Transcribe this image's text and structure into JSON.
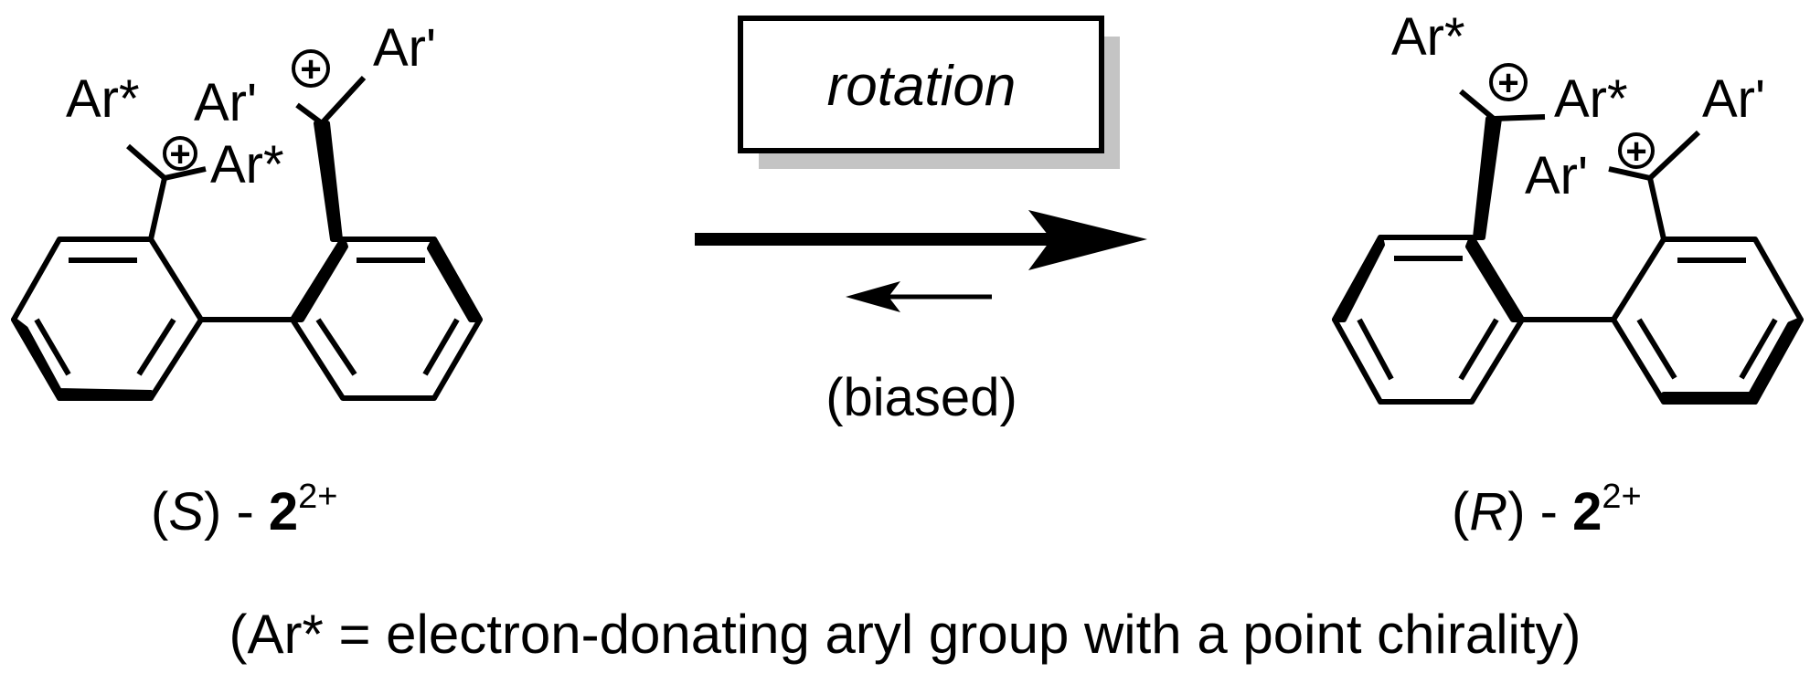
{
  "left_molecule": {
    "labels": {
      "ar_star_top": "Ar*",
      "ar_prime_mid": "Ar'",
      "ar_star_mid": "Ar*",
      "ar_prime_top": "Ar'"
    },
    "charge_symbol": "+",
    "caption": {
      "open": "(",
      "config": "S",
      "close": ") - ",
      "compound": "2",
      "charge": "2+"
    }
  },
  "right_molecule": {
    "labels": {
      "ar_star_top": "Ar*",
      "ar_star_mid": "Ar*",
      "ar_prime_top": "Ar'",
      "ar_prime_mid": "Ar'"
    },
    "charge_symbol": "+",
    "caption": {
      "open": "(",
      "config": "R",
      "close": ") - ",
      "compound": "2",
      "charge": "2+"
    }
  },
  "equilibrium": {
    "box_label": "rotation",
    "bias_label": "(biased)"
  },
  "footnote": "(Ar* = electron-donating aryl group with a point chirality)"
}
